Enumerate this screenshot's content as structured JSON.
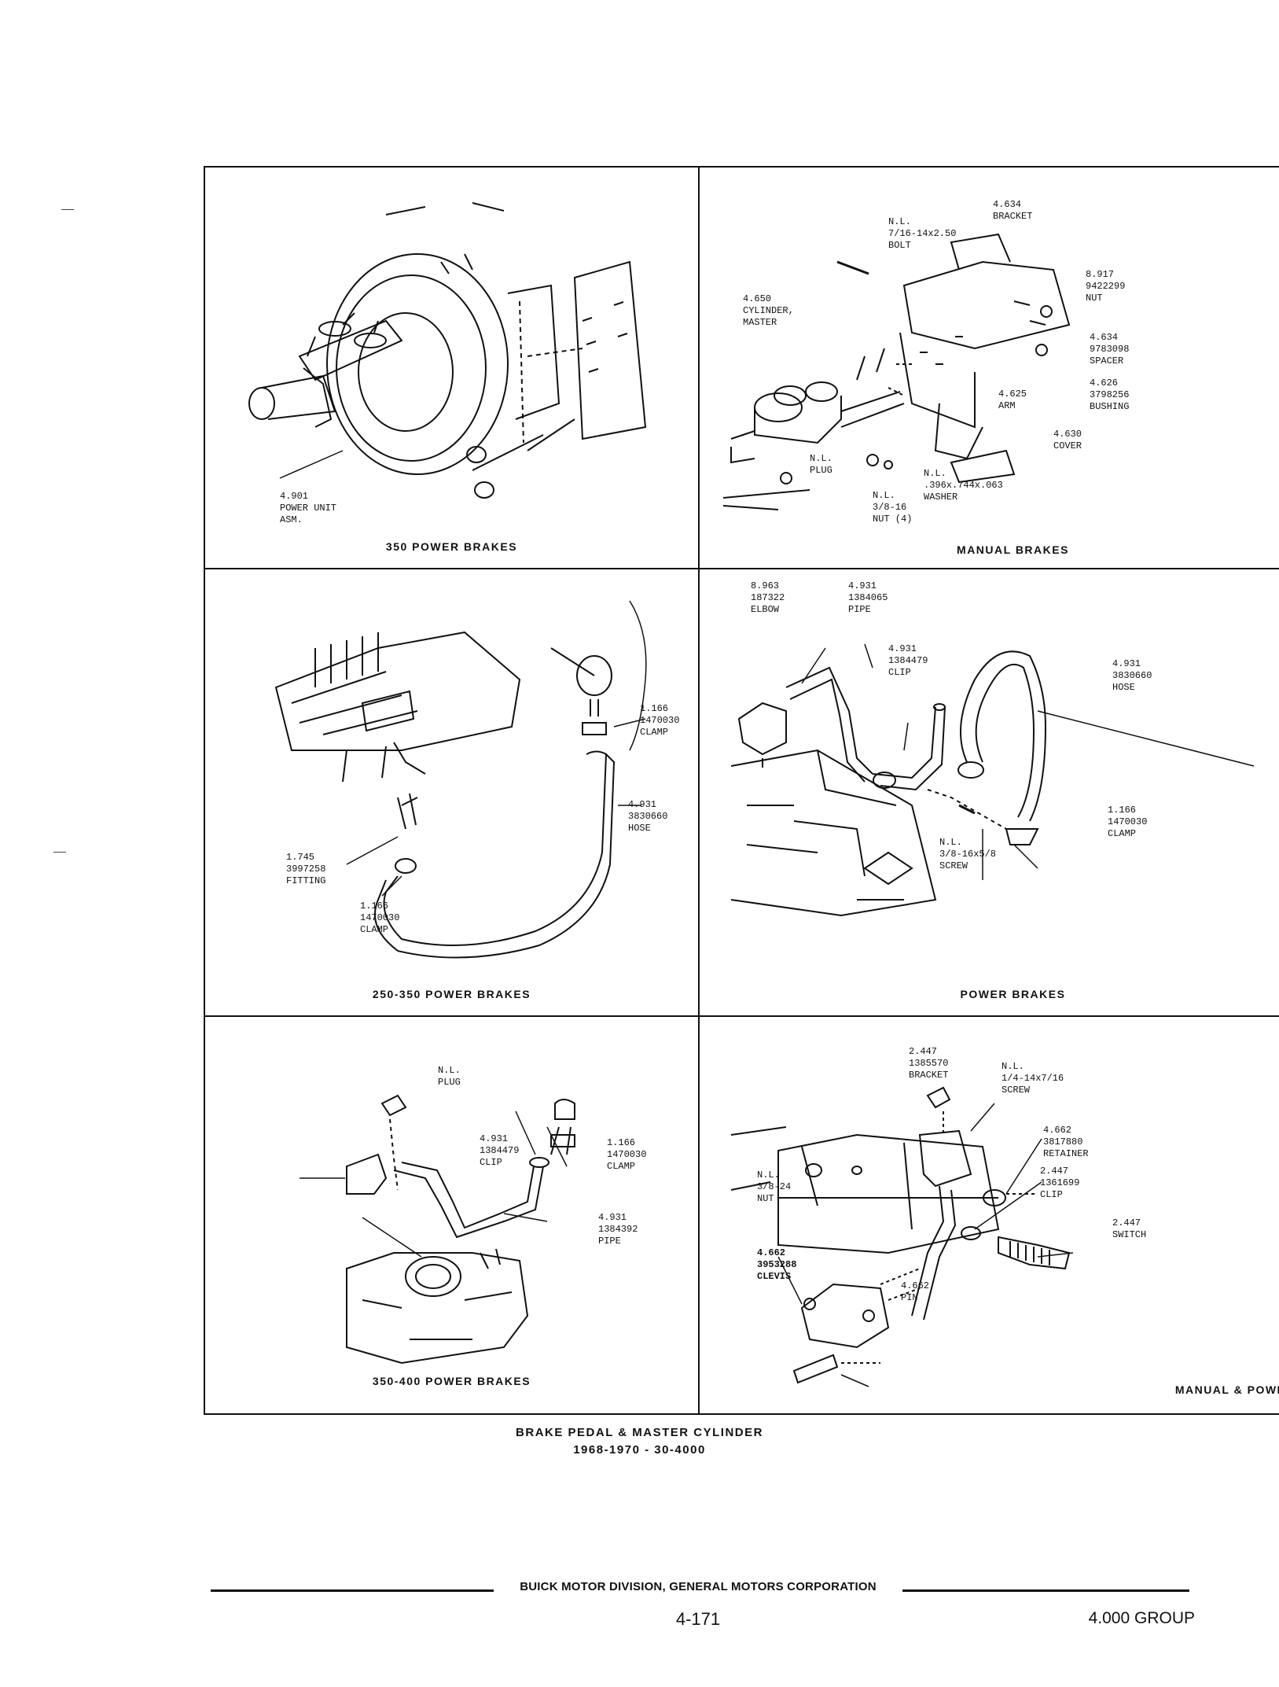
{
  "panels": {
    "p1": {
      "caption": "350 POWER BRAKES",
      "labels": [
        [
          "4.901",
          "POWER UNIT",
          "ASM."
        ]
      ]
    },
    "p2": {
      "caption": "MANUAL BRAKES",
      "labels": [
        [
          "4.634",
          "BRACKET"
        ],
        [
          "N.L.",
          "7/16-14x2.50",
          "BOLT"
        ],
        [
          "8.917",
          "9422299",
          "NUT"
        ],
        [
          "4.650",
          "CYLINDER,",
          "MASTER"
        ],
        [
          "4.634",
          "9783098",
          "SPACER"
        ],
        [
          "4.626",
          "3798256",
          "BUSHING"
        ],
        [
          "4.625",
          "ARM"
        ],
        [
          "4.630",
          "COVER"
        ],
        [
          "N.L.",
          "PLUG"
        ],
        [
          "N.L.",
          ".396x.744x.063",
          "WASHER"
        ],
        [
          "N.L.",
          "3/8-16",
          "NUT (4)"
        ]
      ]
    },
    "p3": {
      "caption": "250-350 POWER BRAKES",
      "labels": [
        [
          "1.166",
          "1470030",
          "CLAMP"
        ],
        [
          "4.931",
          "3830660",
          "HOSE"
        ],
        [
          "1.745",
          "3997258",
          "FITTING"
        ],
        [
          "1.166",
          "1470030",
          "CLAMP"
        ]
      ]
    },
    "p4": {
      "caption": "POWER  BRAKES",
      "labels": [
        [
          "8.963",
          "187322",
          "ELBOW"
        ],
        [
          "4.931",
          "1384065",
          "PIPE"
        ],
        [
          "4.931",
          "1384479",
          "CLIP"
        ],
        [
          "4.931",
          "3830660",
          "HOSE"
        ],
        [
          "1.166",
          "1470030",
          "CLAMP"
        ],
        [
          "N.L.",
          "3/8-16x5/8",
          "SCREW"
        ]
      ]
    },
    "p5": {
      "caption": "350-400 POWER BRAKES",
      "labels": [
        [
          "N.L.",
          "PLUG"
        ],
        [
          "4.931",
          "1384479",
          "CLIP"
        ],
        [
          "1.166",
          "1470030",
          "CLAMP"
        ],
        [
          "4.931",
          "1384392",
          "PIPE"
        ]
      ]
    },
    "p6": {
      "caption": "MANUAL & POWER",
      "labels": [
        [
          "2.447",
          "1385570",
          "BRACKET"
        ],
        [
          "N.L.",
          "1/4-14x7/16",
          "SCREW"
        ],
        [
          "4.662",
          "3817880",
          "RETAINER"
        ],
        [
          "2.447",
          "1361699",
          "CLIP"
        ],
        [
          "N.L.",
          "3/8-24",
          "NUT"
        ],
        [
          "2.447",
          "SWITCH"
        ],
        [
          "4.662",
          "3953288",
          "CLEVIS"
        ],
        [
          "4.662",
          "PIN"
        ]
      ]
    }
  },
  "figure_title": {
    "line1": "BRAKE PEDAL &  MASTER CYLINDER",
    "line2": "1968-1970 - 30-4000"
  },
  "footer": {
    "company": "BUICK MOTOR DIVISION, GENERAL MOTORS CORPORATION",
    "page_number": "4-171",
    "group": "4.000 GROUP"
  }
}
